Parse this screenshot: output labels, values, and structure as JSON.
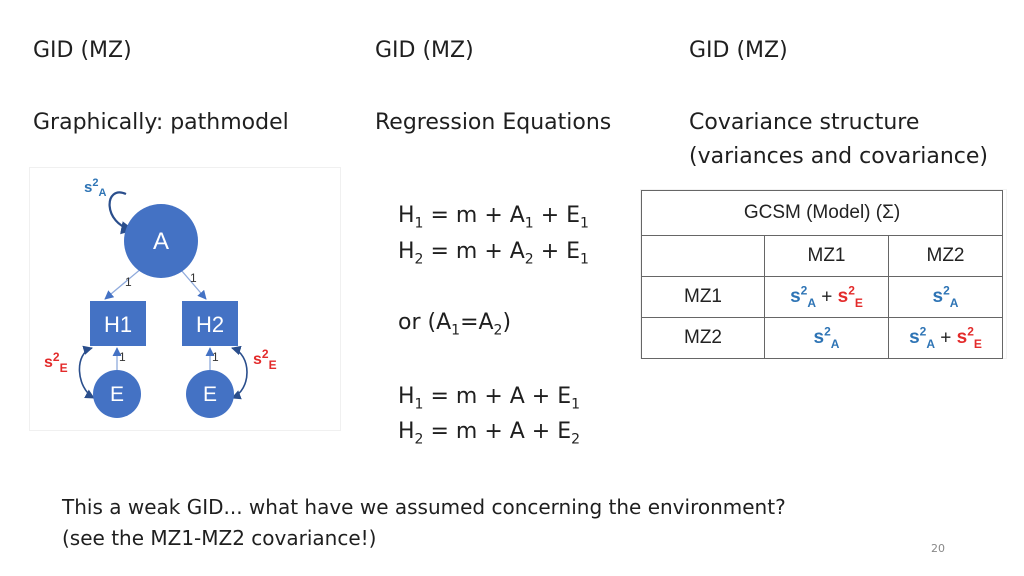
{
  "col1": {
    "heading": "GID (MZ)",
    "subheading": "Graphically: pathmodel"
  },
  "col2": {
    "heading": "GID (MZ)",
    "subheading": "Regression Equations"
  },
  "col3": {
    "heading": "GID (MZ)",
    "subheading_line1": "Covariance structure",
    "subheading_line2": "(variances and covariance)"
  },
  "diagram": {
    "node_A": "A",
    "node_H1": "H1",
    "node_H2": "H2",
    "node_E1": "E",
    "node_E2": "E",
    "path_A_H1": "1",
    "path_A_H2": "1",
    "path_E_H1": "1",
    "path_E_H2": "1",
    "var_A_s": "s",
    "var_A_sup": "2",
    "var_A_sub": "A",
    "var_E_s": "s",
    "var_E_sup": "2",
    "var_E_sub": "E",
    "colors": {
      "node": "#4472c4",
      "blue": "#2e74b5",
      "red": "#e32b2b"
    }
  },
  "equations": {
    "eq1": {
      "lhs": "H",
      "lhs_sub": "1",
      "mid": " = m + A",
      "mid_sub": "1",
      "tail": " + E",
      "tail_sub": "1"
    },
    "eq2": {
      "lhs": "H",
      "lhs_sub": "2",
      "mid": " = m + A",
      "mid_sub": "2",
      "tail": " + E",
      "tail_sub": "1"
    },
    "or": {
      "text": "or  (A",
      "s1": "1",
      "eq": "=A",
      "s2": "2",
      "close": ")"
    },
    "eq3": {
      "lhs": "H",
      "lhs_sub": "1",
      "rest": " = m + A + E",
      "rest_sub": "1"
    },
    "eq4": {
      "lhs": "H",
      "lhs_sub": "2",
      "rest": " = m + A + E",
      "rest_sub": "2"
    }
  },
  "table": {
    "title": "GCSM (Model) (Σ)",
    "col_headers": [
      "MZ1",
      "MZ2"
    ],
    "row_headers": [
      "MZ1",
      "MZ2"
    ]
  },
  "footer": {
    "line1": "This a weak GID... what have we assumed concerning the environment?",
    "line2": "(see the MZ1-MZ2 covariance!)"
  },
  "page_number": "20"
}
